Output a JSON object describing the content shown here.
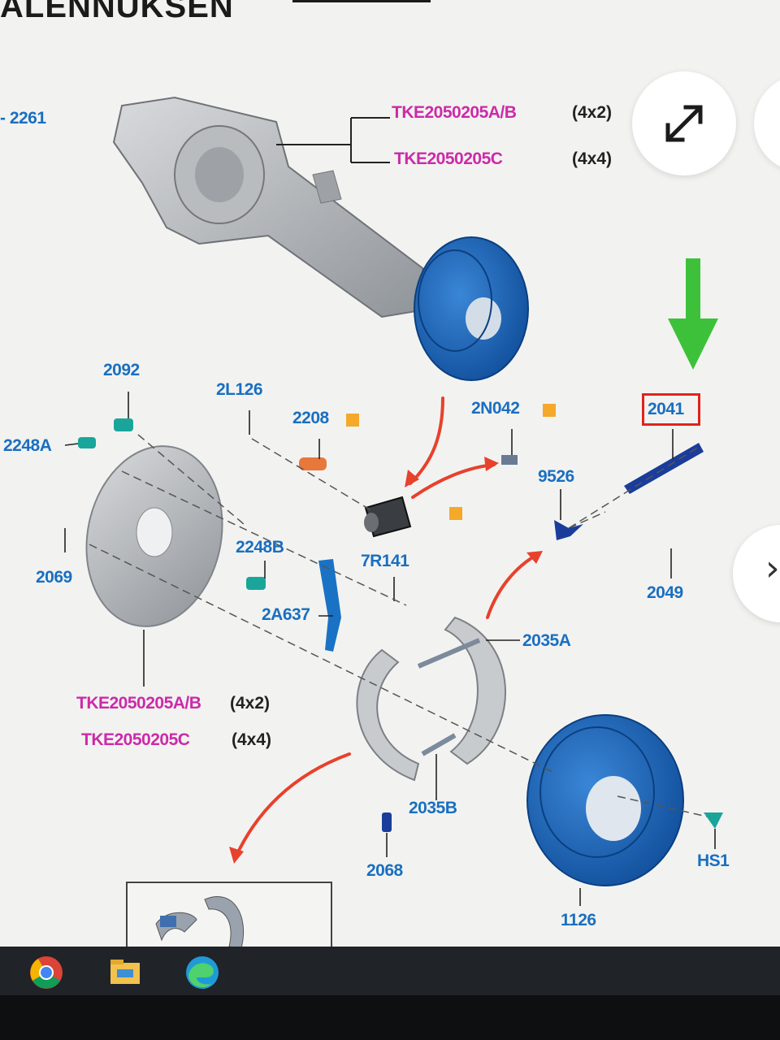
{
  "page": {
    "title_fragment": "ALENNUKSEN"
  },
  "top_left_ref": "2261",
  "housing_refs": [
    {
      "code": "TKE2050205A/B",
      "drive": "(4x2)"
    },
    {
      "code": "TKE2050205C",
      "drive": "(4x4)"
    }
  ],
  "plate_refs": [
    {
      "code": "TKE2050205A/B",
      "drive": "(4x2)"
    },
    {
      "code": "TKE2050205C",
      "drive": "(4x4)"
    }
  ],
  "parts": {
    "p2092": "2092",
    "p2L126": "2L126",
    "p2208": "2208",
    "p2N042": "2N042",
    "p2041": "2041",
    "p2248A": "2248A",
    "p9526": "9526",
    "p2069": "2069",
    "p2248B": "2248B",
    "p7R141": "7R141",
    "p2049": "2049",
    "p2A637": "2A637",
    "p2035A": "2035A",
    "p2035B": "2035B",
    "p2068": "2068",
    "pHS1": "HS1",
    "p1126": "1126"
  },
  "highlight": {
    "part": "2041",
    "box_color": "#e2231a",
    "arrow_color": "#3ec13a"
  },
  "colors": {
    "part_label": "#1a6fc0",
    "ref_code": "#cc2aa8",
    "drum_blue": "#1f67c0",
    "callout_arrow": "#e8412c",
    "marker": "#f4a92a"
  },
  "controls": {
    "expand_icon": "expand-arrows-icon",
    "next_icon": "chevron-right-icon"
  },
  "taskbar": [
    {
      "name": "chrome",
      "icon": "chrome-icon"
    },
    {
      "name": "file-explorer",
      "icon": "folder-icon"
    },
    {
      "name": "edge",
      "icon": "edge-icon"
    }
  ]
}
